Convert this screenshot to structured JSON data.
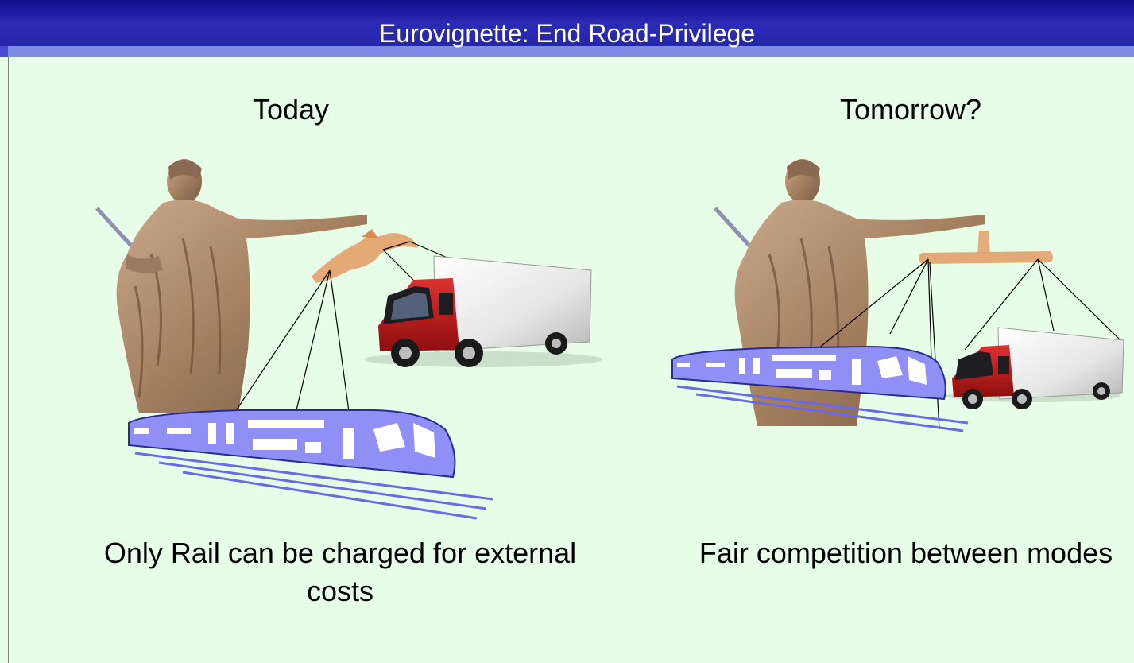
{
  "title": "Eurovignette: End Road-Privilege",
  "left": {
    "heading": "Today",
    "caption": "Only Rail can be charged for external costs"
  },
  "right": {
    "heading": "Tomorrow?",
    "caption": "Fair competition between modes"
  },
  "colors": {
    "header": "#2424a8",
    "header_strip": "#7e8ce6",
    "background": "#e7fde7",
    "statue": "#b08a6e",
    "scale_beam": "#e2a06a",
    "train": "#8f8ff5",
    "truck_cab": "#c21a1a",
    "truck_box": "#e8e8e8"
  },
  "icons": [
    "justice-statue-icon",
    "train-icon",
    "truck-icon",
    "scale-beam-icon"
  ]
}
